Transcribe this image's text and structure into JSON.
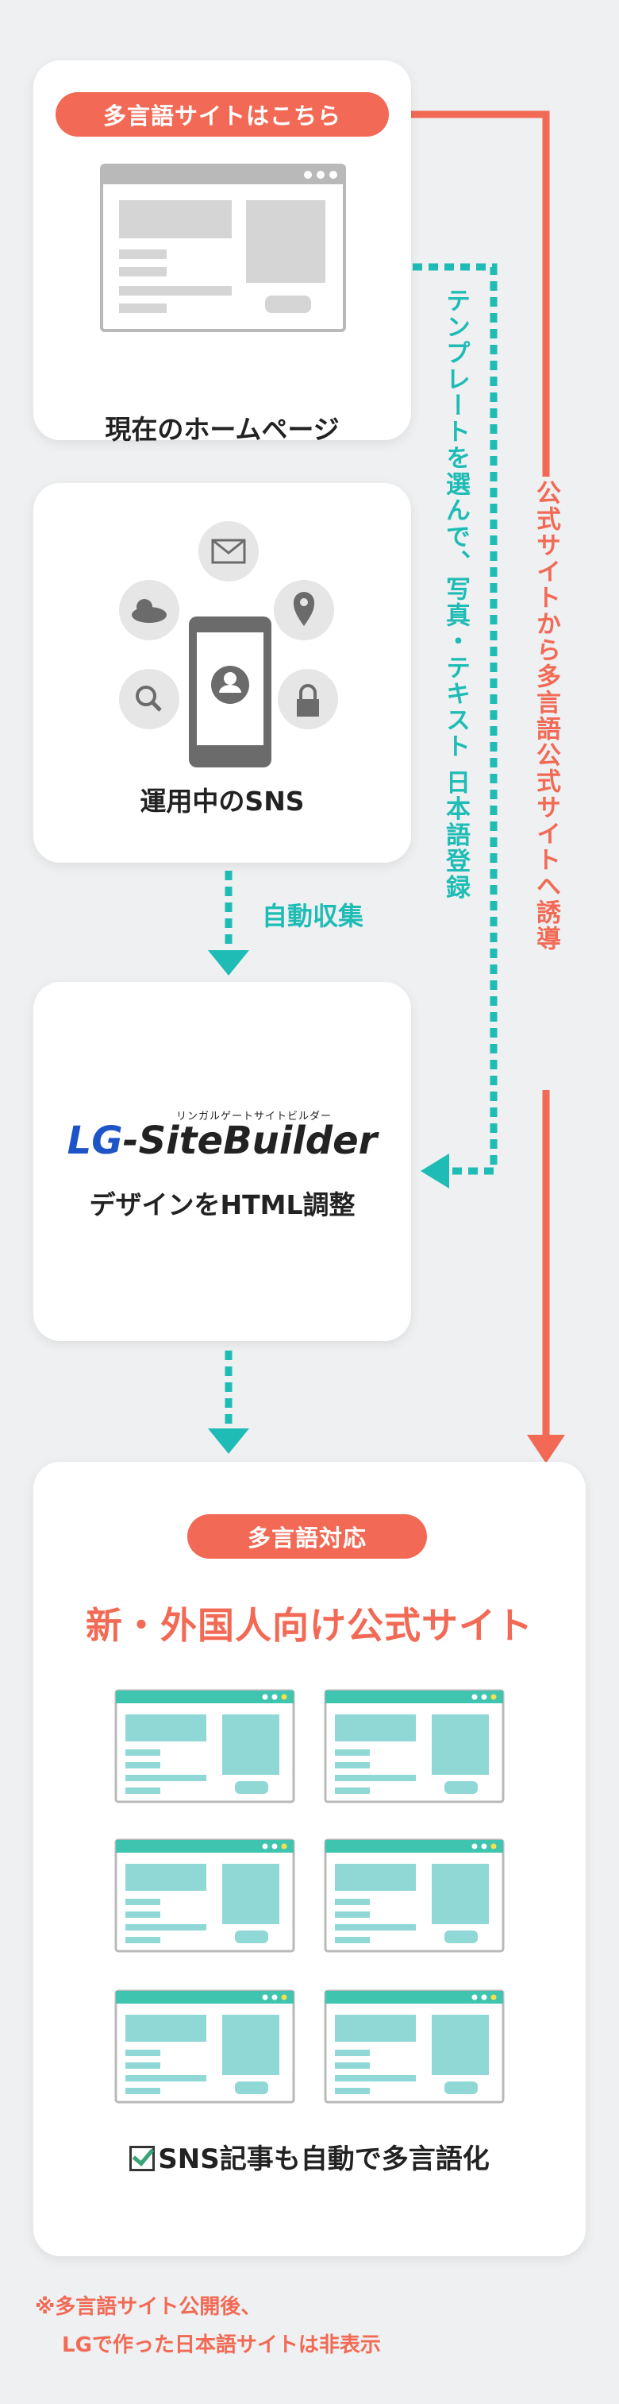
{
  "current_site": {
    "tag": "多言語サイトはこちら",
    "caption": "現在のホームページ"
  },
  "sns": {
    "caption": "運用中のSNS",
    "icons": [
      "mail-icon",
      "location-pin-icon",
      "lock-icon",
      "search-icon",
      "cloud-icon",
      "user-profile-icon"
    ]
  },
  "flow": {
    "auto_collect": "自動収集",
    "template_note": "テンプレートを選んで、写真・テキスト 日本語登録",
    "redirect_note": "公式サイトから多言語公式サイトへ誘導"
  },
  "builder": {
    "logo_ruby": "リンガルゲートサイトビルダー",
    "logo_lg": "LG",
    "logo_rest": "-SiteBuilder",
    "caption": "デザインをHTML調整"
  },
  "result": {
    "tag": "多言語対応",
    "title": "新・外国人向け公式サイト",
    "sns_note": "SNS記事も自動で多言語化"
  },
  "footnote": {
    "line1": "※多言語サイト公開後、",
    "line2": "LGで作った日本語サイトは非表示"
  },
  "colors": {
    "accent": "#f26a55",
    "teal": "#1fbcb6",
    "logo_blue": "#1d54c8",
    "mock_gray": "#b9b9b9",
    "mock_teal": "#8fd8d6"
  }
}
